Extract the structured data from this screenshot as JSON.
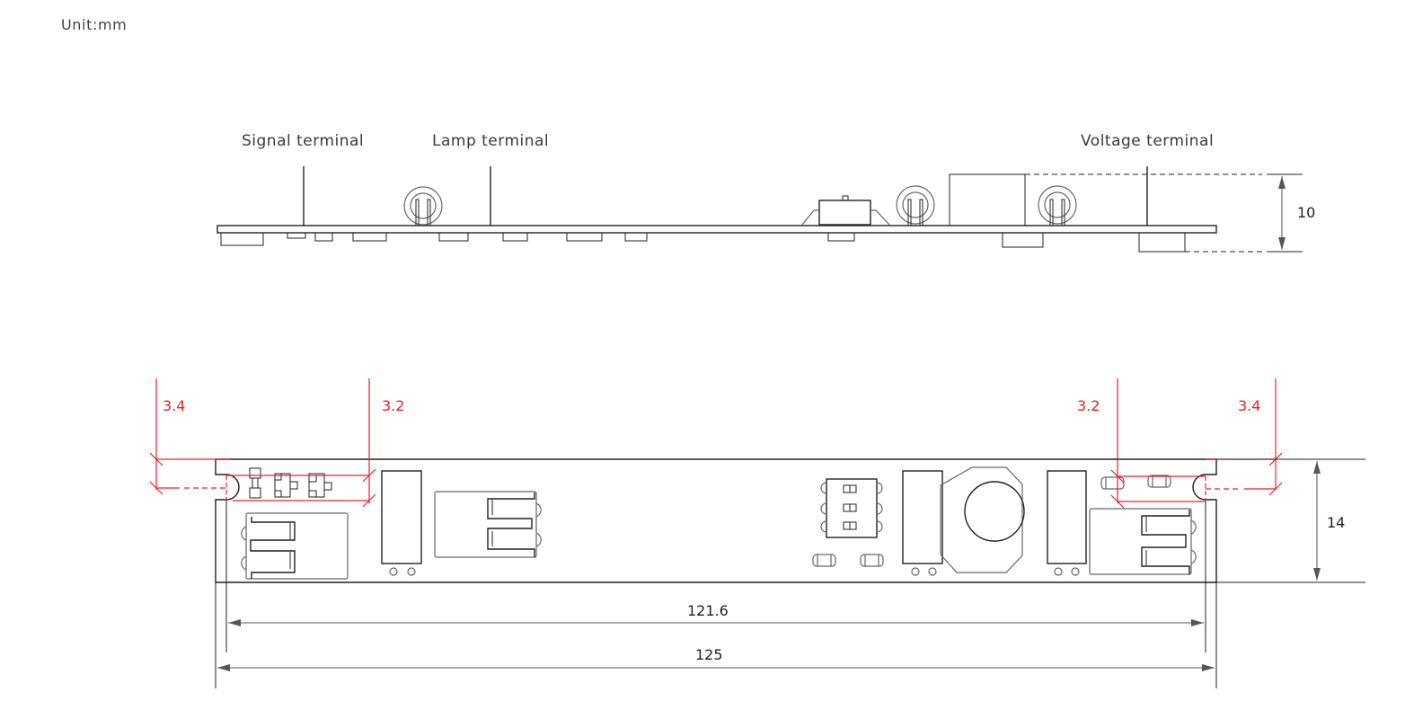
{
  "unit_label": "Unit:mm",
  "side_view": {
    "labels": {
      "signal": "Signal terminal",
      "lamp": "Lamp terminal",
      "voltage": "Voltage terminal"
    },
    "height_dim": "10"
  },
  "top_view": {
    "dims": {
      "left_outer": "3.4",
      "left_inner": "3.2",
      "right_inner": "3.2",
      "right_outer": "3.4",
      "width_dim": "14",
      "hole_span": "121.6",
      "total_length": "125"
    }
  },
  "colors": {
    "line": "#231f20",
    "dimension_red": "#e8202a"
  }
}
